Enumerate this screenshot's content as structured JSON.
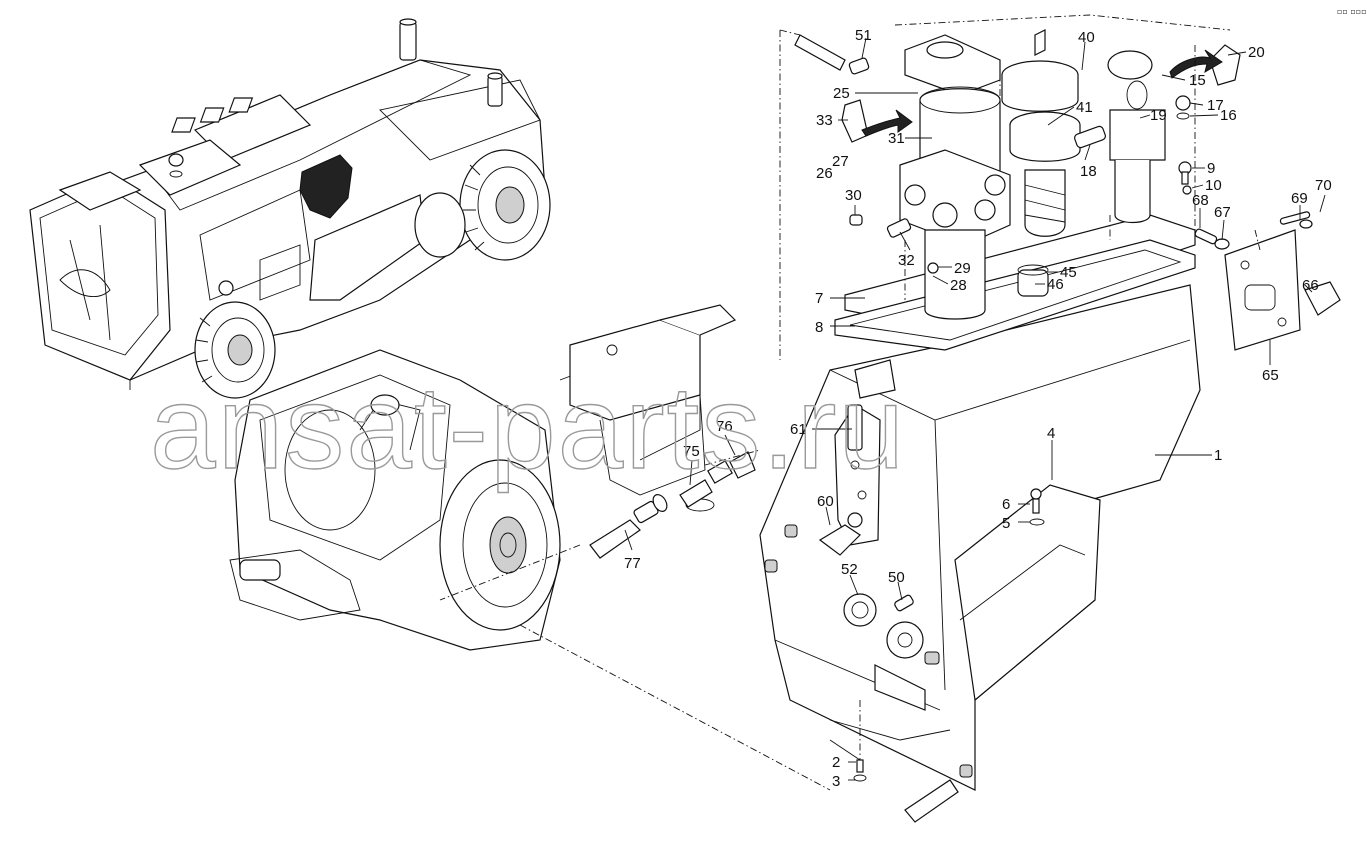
{
  "watermark": "ansat-parts.ru",
  "corner_mark": "▫▫ ▫▫▫",
  "callouts": [
    "51",
    "40",
    "20",
    "25",
    "15",
    "41",
    "17",
    "33",
    "19",
    "16",
    "31",
    "27",
    "9",
    "26",
    "18",
    "10",
    "30",
    "68",
    "67",
    "69",
    "70",
    "32",
    "29",
    "45",
    "66",
    "28",
    "46",
    "7",
    "8",
    "65",
    "76",
    "61",
    "75",
    "4",
    "1",
    "6",
    "5",
    "77",
    "60",
    "52",
    "50",
    "2",
    "3"
  ]
}
